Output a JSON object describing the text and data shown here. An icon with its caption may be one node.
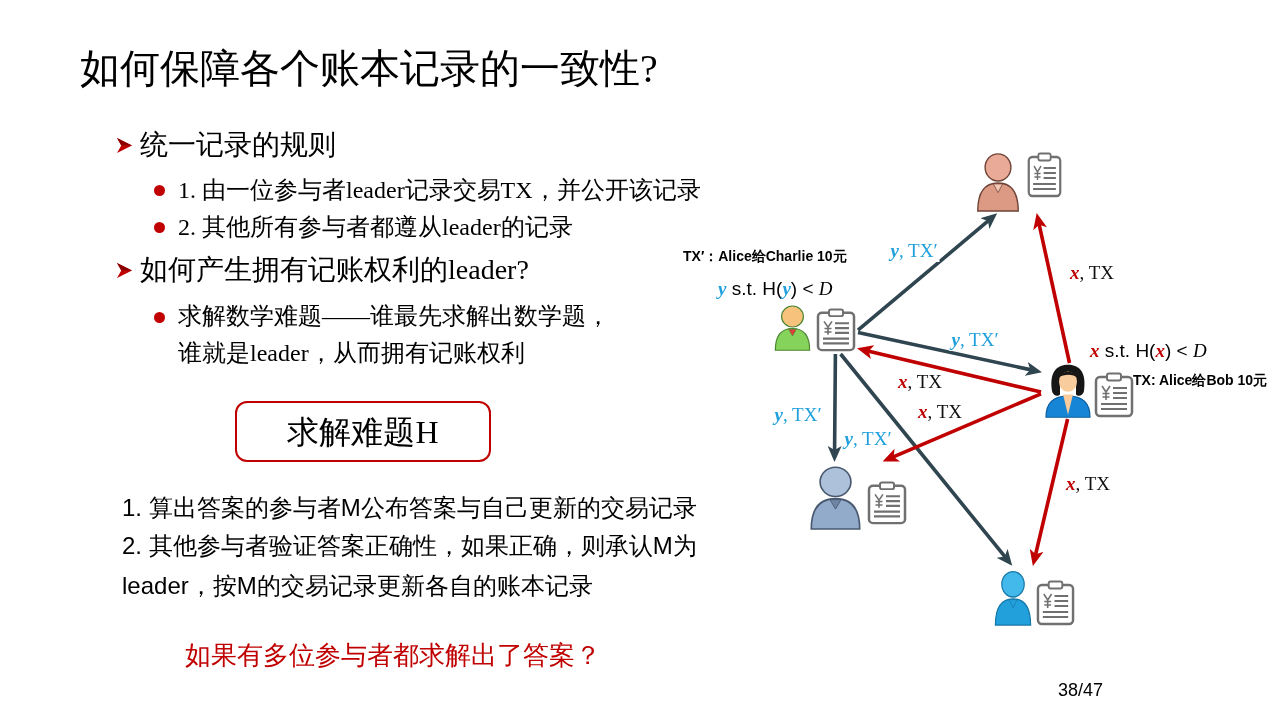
{
  "diagram": {
    "title": "如何保障各个账本记录的一致性?",
    "nodes": [
      {
        "text": [
          "求解难题H"
        ]
      },
      {
        "text": [],
        "shape": "person"
      },
      {
        "text": [],
        "shape": "person",
        "beside": [
          "TX′：Alice给Charlie 10元",
          "**y** s.t. H(**y**) < *D*"
        ]
      },
      {
        "text": [],
        "shape": "person",
        "beside": [
          "**x** s.t. H(**x**) < *D*",
          "TX: Alice给Bob 10元"
        ]
      },
      {
        "text": [],
        "shape": "person"
      },
      {
        "text": [],
        "shape": "person"
      }
    ],
    "edges": [
      {
        "from": 2,
        "to": 1,
        "arrow": "to",
        "label": "**y**, TX′",
        "color": "#2f4550"
      },
      {
        "from": 2,
        "to": 3,
        "arrow": "to",
        "label": "**y**, TX′",
        "color": "#2f4550"
      },
      {
        "from": 2,
        "to": 4,
        "arrow": "to",
        "label": "**y**, TX′",
        "color": "#2f4550"
      },
      {
        "from": 2,
        "to": 5,
        "arrow": "to",
        "label": "**y**, TX′",
        "color": "#2f4550"
      },
      {
        "from": 3,
        "to": 1,
        "arrow": "to",
        "label": "**x**, TX",
        "color": "#c00000"
      },
      {
        "from": 3,
        "to": 2,
        "arrow": "to",
        "label": "**x**, TX",
        "color": "#c00000"
      },
      {
        "from": 3,
        "to": 4,
        "arrow": "to",
        "label": "**x**, TX",
        "color": "#c00000"
      },
      {
        "from": 3,
        "to": 5,
        "arrow": "to",
        "label": "**x**, TX",
        "color": "#c00000"
      }
    ],
    "labels": [
      "统一记录的规则",
      "1. 由一位参与者leader记录交易TX，并公开该记录",
      "2. 其他所有参与者都遵从leader的记录",
      "如何产生拥有记账权利的leader?",
      "求解数学难题——谁最先求解出数学题，谁就是leader，从而拥有记账权利",
      "1. 算出答案的参与者M公布答案与自己更新的交易记录",
      "2. 其他参与者验证答案正确性，如果正确，则承认M为leader，按M的交易记录更新各自的账本记录",
      "如果有多位参与者都求解出了答案？",
      "38/47"
    ]
  }
}
